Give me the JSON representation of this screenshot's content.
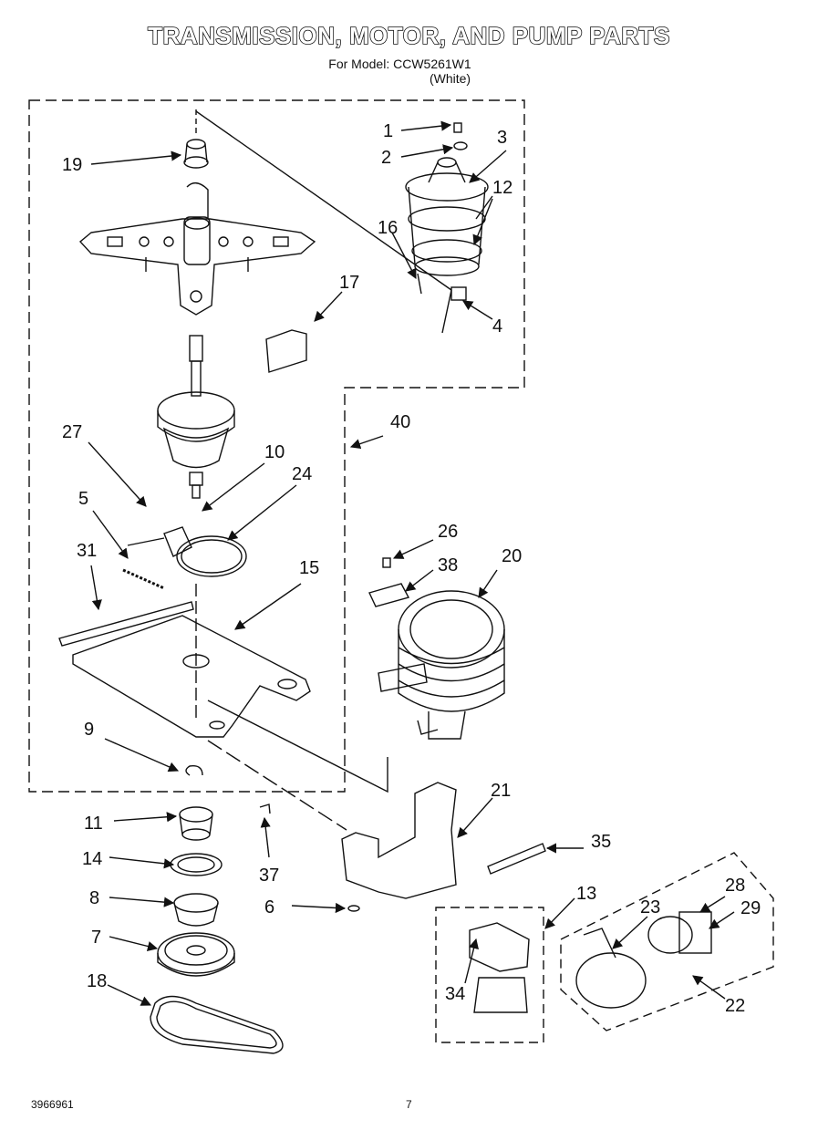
{
  "header": {
    "title": "TRANSMISSION, MOTOR, AND PUMP PARTS",
    "model_line": "For Model: CCW5261W1",
    "color_line": "(White)"
  },
  "callouts": [
    "1",
    "2",
    "3",
    "4",
    "5",
    "6",
    "7",
    "8",
    "9",
    "10",
    "11",
    "12",
    "13",
    "14",
    "15",
    "16",
    "17",
    "18",
    "19",
    "20",
    "21",
    "22",
    "23",
    "24",
    "26",
    "27",
    "28",
    "29",
    "31",
    "34",
    "35",
    "37",
    "38",
    "40"
  ],
  "footer": {
    "doc_number": "3966961",
    "page_number": "7"
  }
}
